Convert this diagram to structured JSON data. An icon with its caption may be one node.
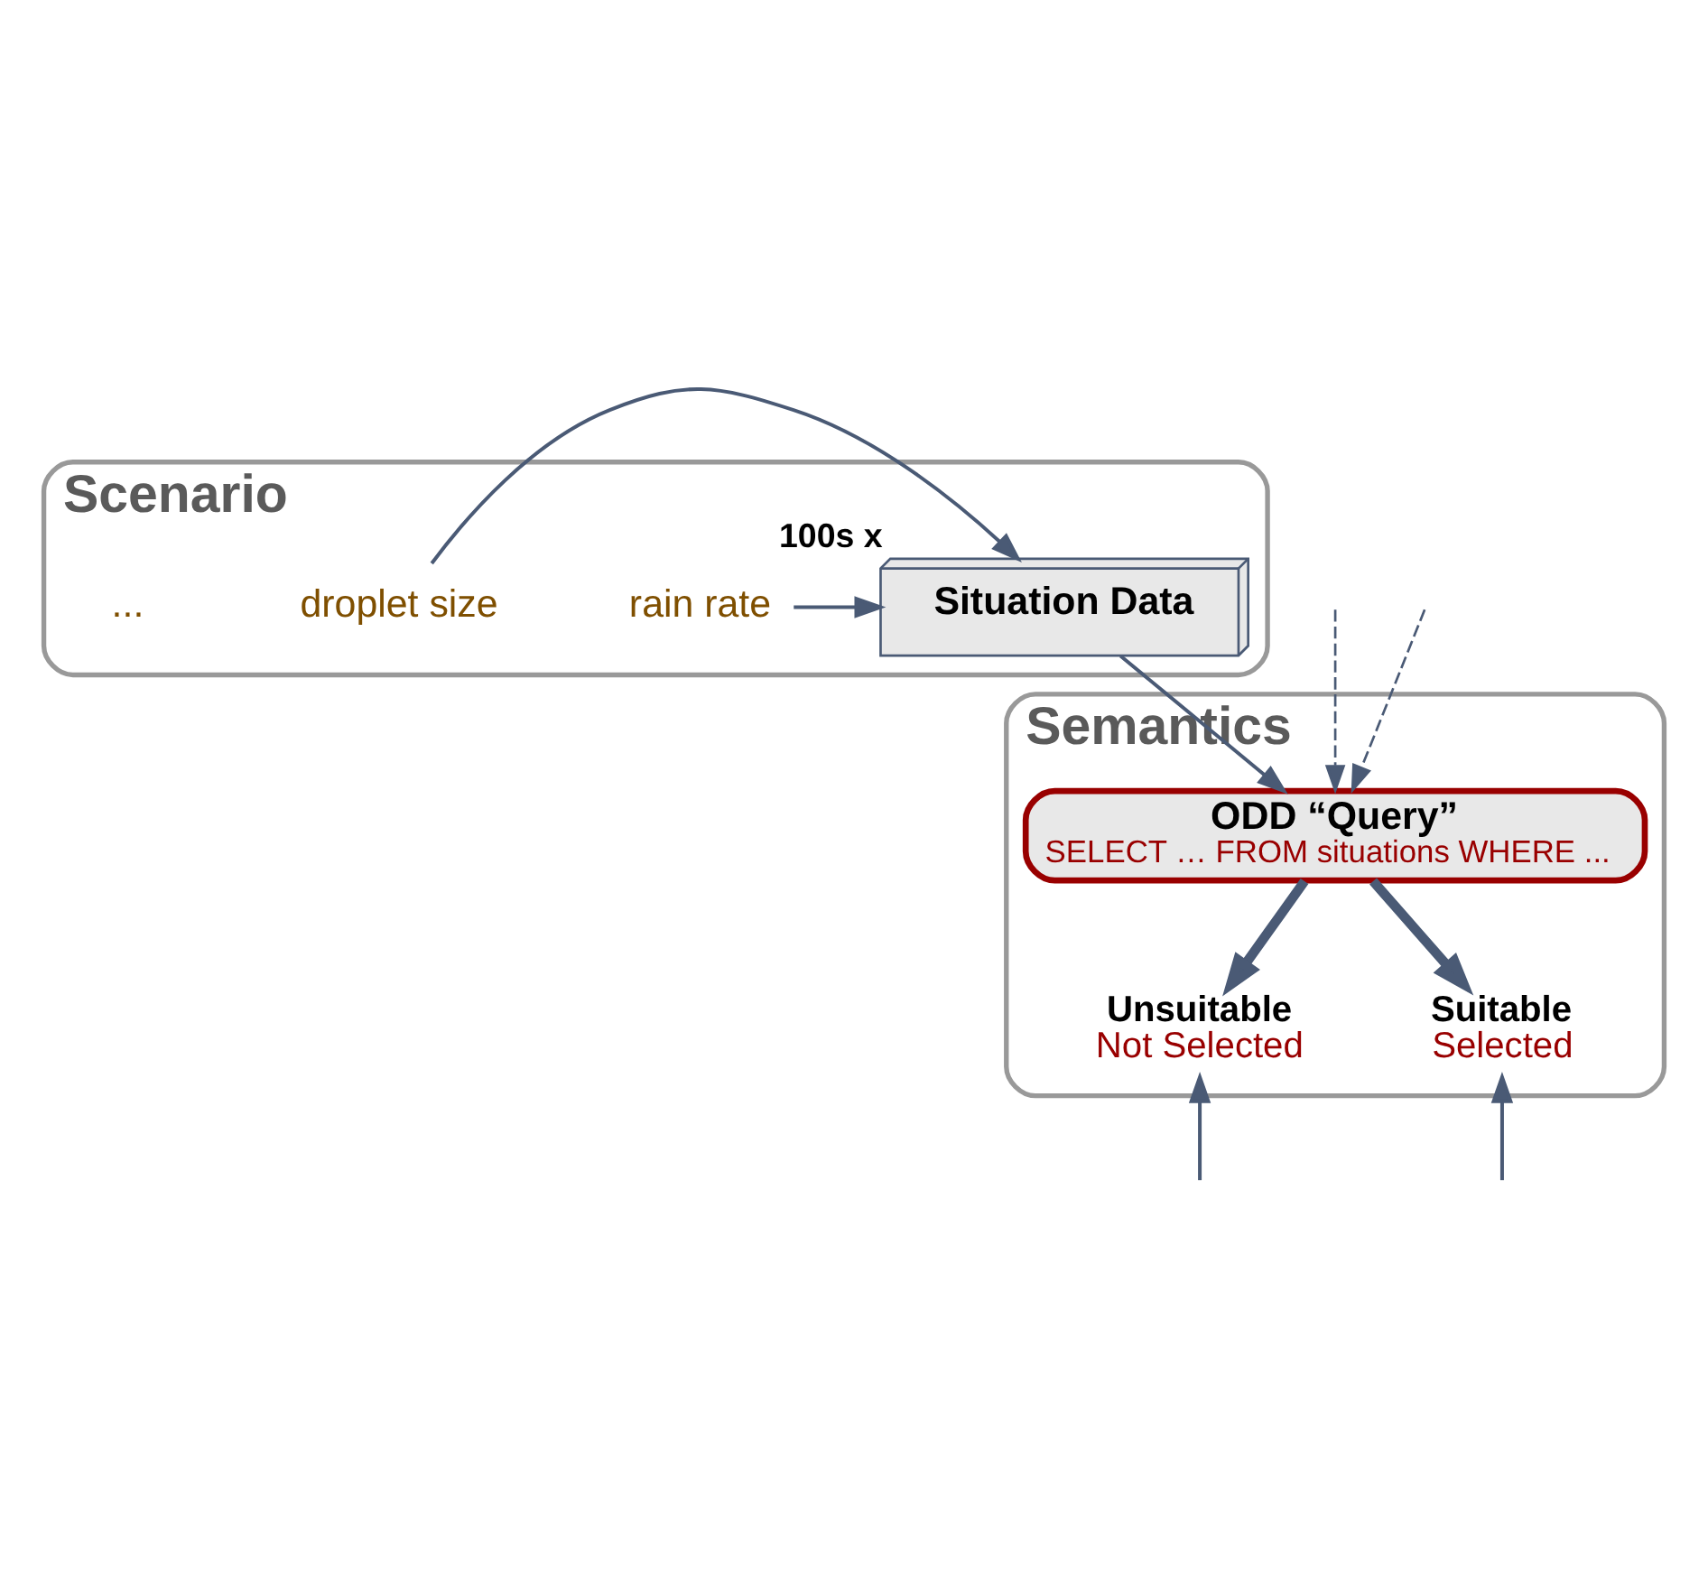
{
  "diagram": {
    "nodes": [
      {
        "text": [
          "Scenario"
        ]
      },
      {
        "text": [
          "rain rate"
        ],
        "in": 0
      },
      {
        "text": [
          "droplet size"
        ],
        "in": 0
      },
      {
        "text": [
          "Situation Data"
        ],
        "in": 0,
        "beside": [
          "100s x"
        ]
      },
      {
        "text": [
          "Semantics"
        ]
      },
      {
        "text": [
          "ODD “Query”",
          "SELECT … FROM situations WHERE ..."
        ],
        "in": 4
      },
      {
        "text": [
          "Unsuitable",
          "Not Selected"
        ],
        "in": 4
      },
      {
        "text": [
          "Suitable",
          "Selected"
        ],
        "in": 4
      }
    ],
    "edges": [
      {
        "from": 1,
        "to": 3,
        "arrow": "to"
      },
      {
        "from": 2,
        "to": 3,
        "arrow": "to"
      },
      {
        "from": 3,
        "to": 5,
        "arrow": "to"
      },
      {
        "from": null,
        "to": 5,
        "arrow": "to",
        "style": "dashed"
      },
      {
        "from": null,
        "to": 5,
        "arrow": "to",
        "style": "dashed"
      },
      {
        "from": 5,
        "to": 6,
        "arrow": "to",
        "style": "thick"
      },
      {
        "from": 5,
        "to": 7,
        "arrow": "to",
        "style": "thick"
      },
      {
        "from": null,
        "to": 6,
        "arrow": "to"
      },
      {
        "from": null,
        "to": 7,
        "arrow": "to"
      }
    ],
    "labels": [
      "..."
    ]
  }
}
